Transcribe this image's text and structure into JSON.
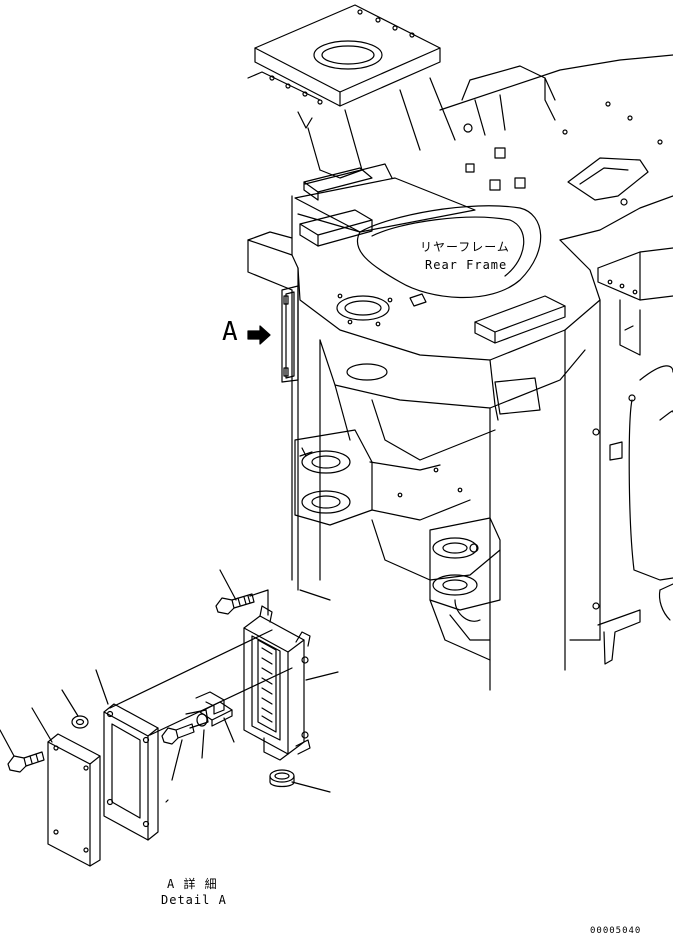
{
  "labels": {
    "rear_frame_jp": "リヤーフレーム",
    "rear_frame_en": "Rear Frame",
    "view_marker": "A",
    "detail_jp": "A 詳 細",
    "detail_en": "Detail A",
    "drawing_number": "00005040"
  },
  "colors": {
    "line": "#000000",
    "background": "#ffffff"
  }
}
